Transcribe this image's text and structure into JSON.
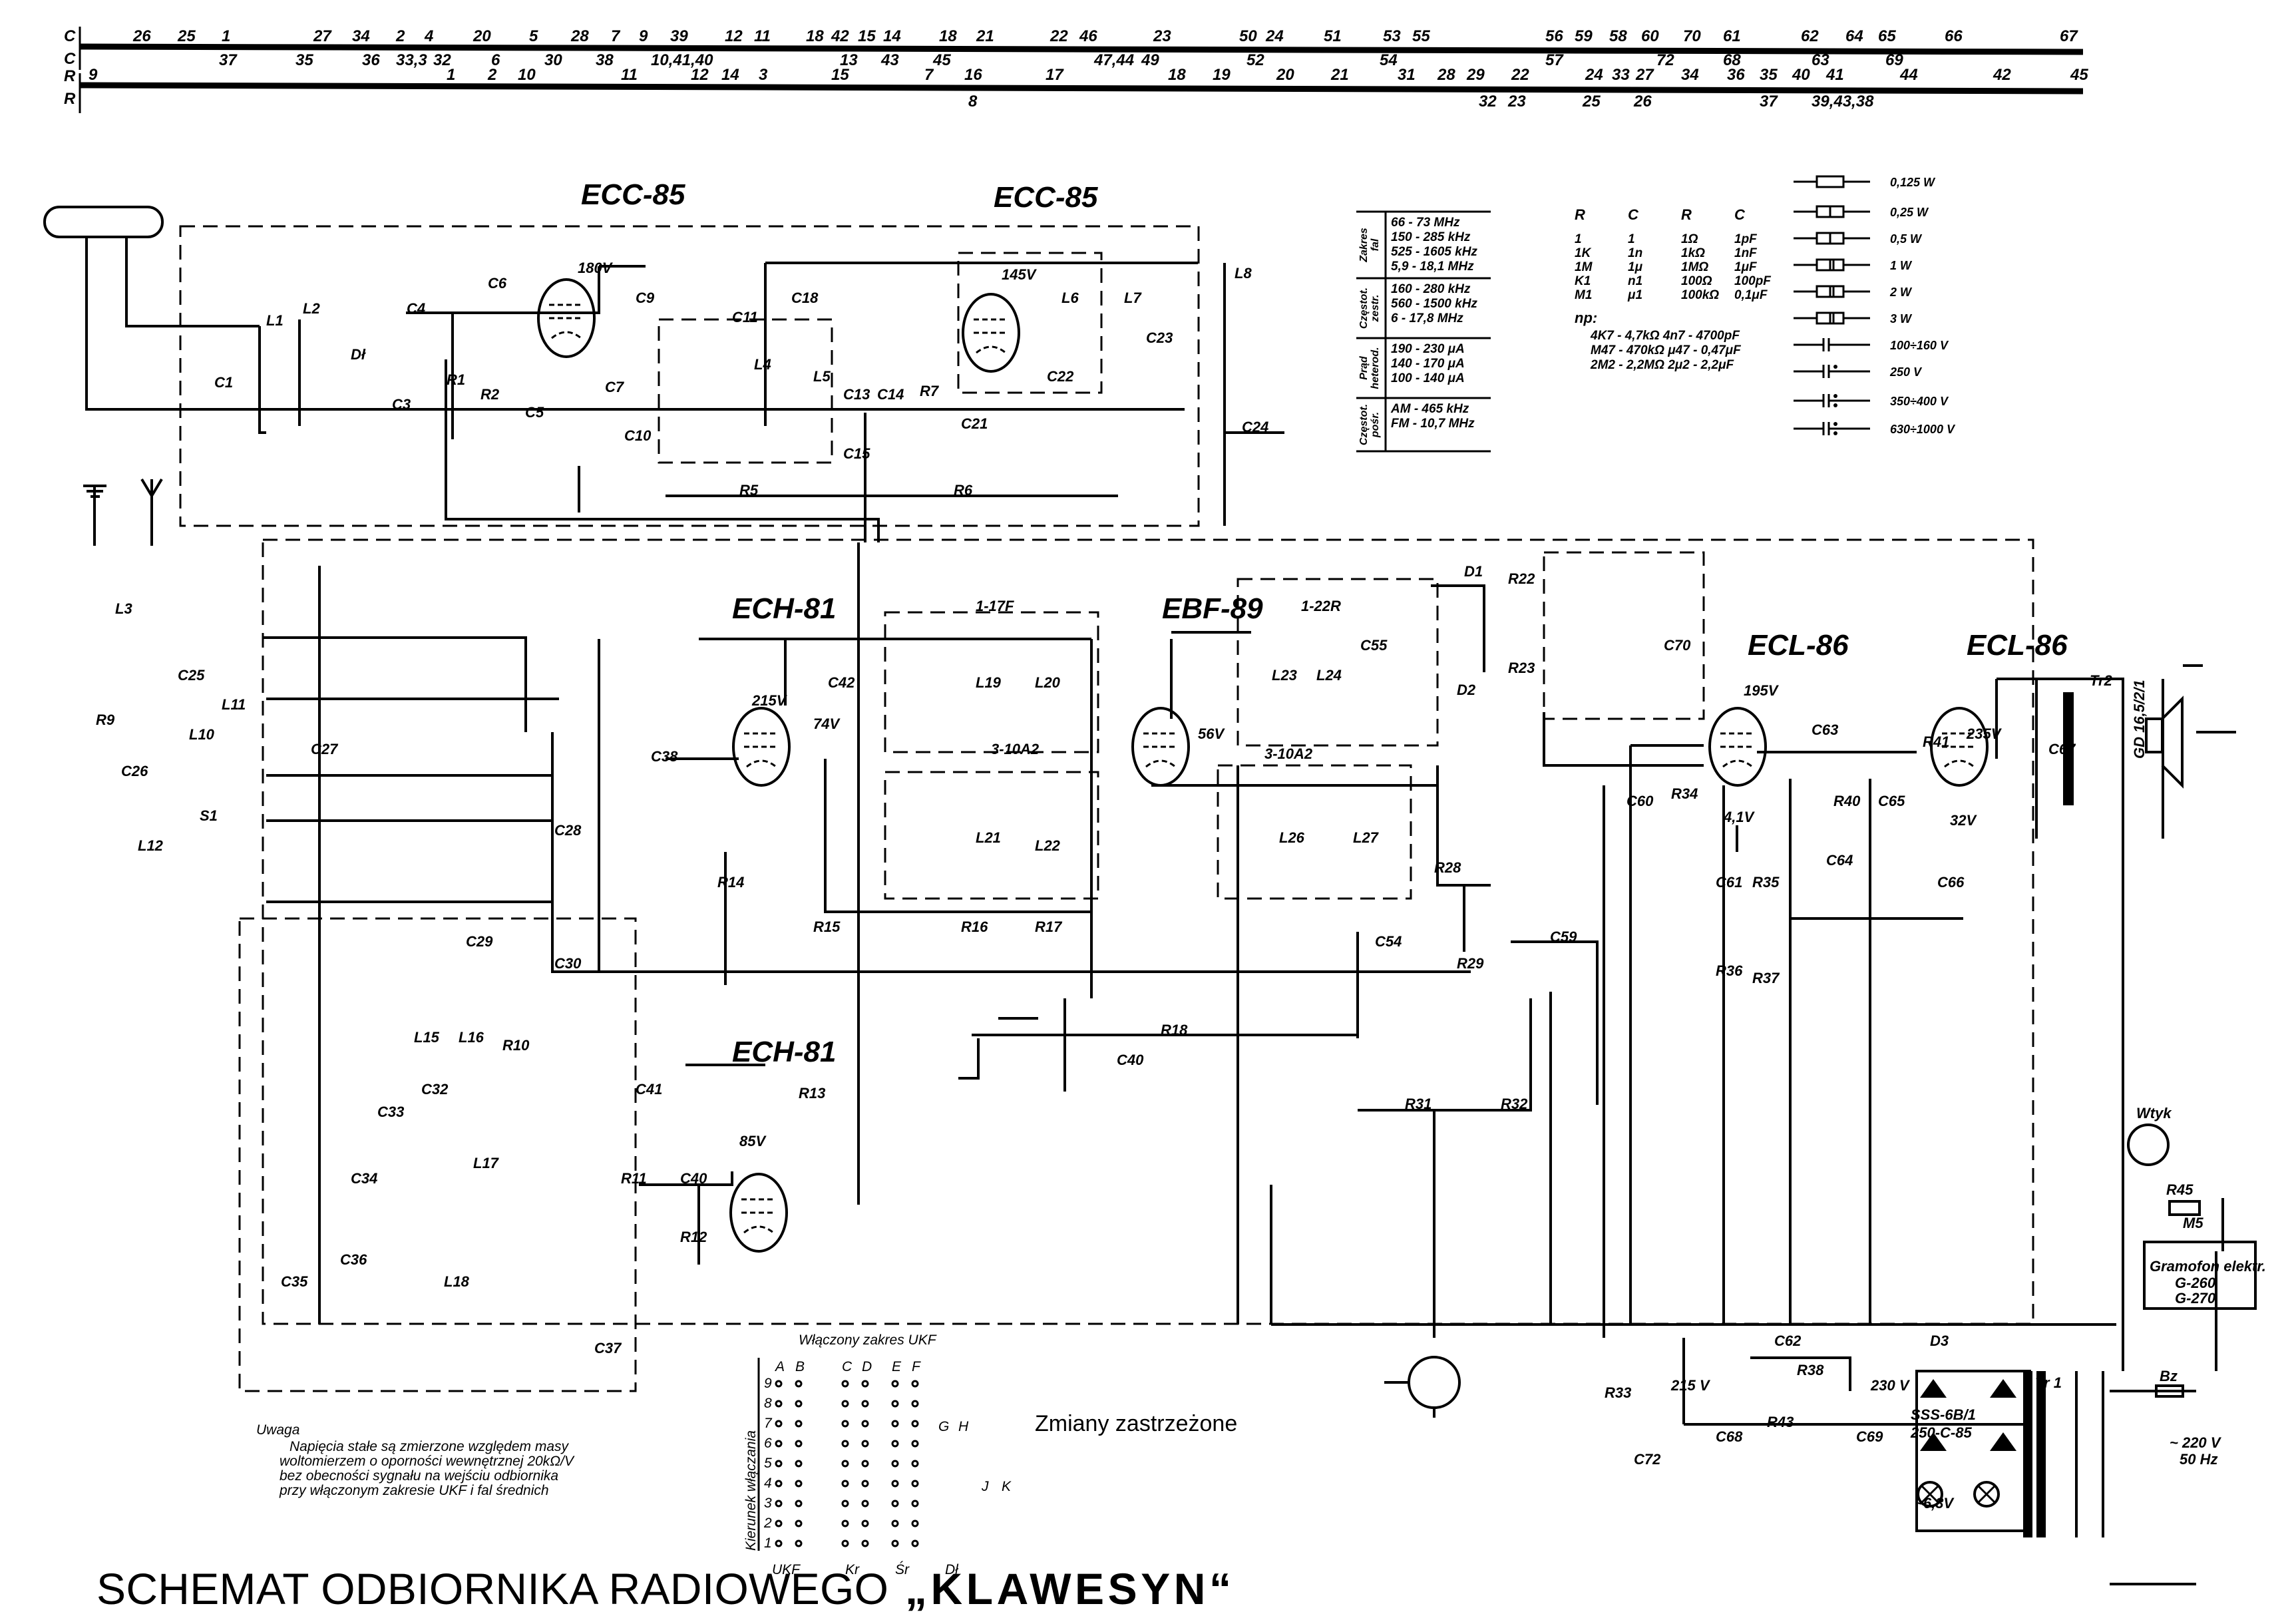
{
  "title": {
    "main": "SCHEMAT ODBIORNIKA RADIOWEGO",
    "name": "„KLAWESYN“"
  },
  "changes_note": "Zmiany zastrzeżone",
  "scale": {
    "c_label": "C",
    "r_label": "R",
    "c_upper": [
      "26",
      "25",
      "1",
      "27",
      "34",
      "2",
      "4",
      "20",
      "5",
      "28",
      "7",
      "9",
      "39",
      "12",
      "11",
      "18",
      "42",
      "15",
      "14",
      "18",
      "21",
      "22",
      "46",
      "23",
      "50",
      "24",
      "51",
      "53",
      "55",
      "56",
      "59",
      "58",
      "60",
      "70",
      "61",
      "62",
      "64",
      "65",
      "66",
      "67"
    ],
    "c_lower": [
      "37",
      "35",
      "36",
      "33,3",
      "32",
      "6",
      "30",
      "38",
      "10,41,40",
      "13",
      "43",
      "45",
      "47,44",
      "49",
      "52",
      "54",
      "57",
      "72",
      "68",
      "63",
      "69"
    ],
    "r_upper": [
      "9",
      "1",
      "2",
      "10",
      "11",
      "12",
      "14",
      "3",
      "15",
      "7",
      "16",
      "17",
      "18",
      "19",
      "20",
      "21",
      "31",
      "28",
      "29",
      "22",
      "24",
      "33",
      "27",
      "34",
      "36",
      "35",
      "40",
      "41",
      "44",
      "42",
      "45"
    ],
    "r_lower": [
      "8",
      "32",
      "23",
      "25",
      "26",
      "37",
      "39,43,38"
    ]
  },
  "tubes": [
    "ECC-85",
    "ECC-85",
    "ECH-81",
    "EBF-89",
    "ECL-86",
    "ECL-86",
    "ECH-81"
  ],
  "frequency_table": [
    {
      "heading": "Zakres fal",
      "rows": [
        "66 - 73 MHz",
        "150 - 285 kHz",
        "525 - 1605 kHz",
        "5,9 - 18,1 MHz"
      ]
    },
    {
      "heading": "Częstot. zestr.",
      "rows": [
        "160 - 280 kHz",
        "560 - 1500 kHz",
        "6 - 17,8 MHz"
      ]
    },
    {
      "heading": "Prąd heterod.",
      "rows": [
        "190 - 230 μA",
        "140 - 170 μA",
        "100 - 140 μA"
      ]
    },
    {
      "heading": "Częstot. pośr.",
      "rows": [
        "AM - 465 kHz",
        "FM - 10,7 MHz"
      ]
    }
  ],
  "code_table": {
    "headers": [
      "R",
      "C",
      "R",
      "C"
    ],
    "rows": [
      [
        "1",
        "1",
        "1Ω",
        "1pF"
      ],
      [
        "1K",
        "1n",
        "1kΩ",
        "1nF"
      ],
      [
        "1M",
        "1μ",
        "1MΩ",
        "1μF"
      ],
      [
        "K1",
        "n1",
        "100Ω",
        "100pF"
      ],
      [
        "M1",
        "μ1",
        "100kΩ",
        "0,1μF"
      ]
    ],
    "example_label": "np:",
    "examples": [
      "4K7 - 4,7kΩ  4n7 - 4700pF",
      "M47 - 470kΩ  μ47 - 0,47μF",
      "2M2 - 2,2MΩ  2μ2 - 2,2μF"
    ]
  },
  "legend": {
    "resistors": [
      "0,125 W",
      "0,25 W",
      "0,5 W",
      "1 W",
      "2 W",
      "3 W"
    ],
    "capacitors": [
      "100÷160 V",
      "250 V",
      "350÷400 V",
      "630÷1000 V"
    ]
  },
  "note": {
    "heading": "Uwaga",
    "lines": [
      "Napięcia stałe są zmierzone względem masy",
      "woltomierzem o oporności wewnętrznej 20kΩ/V",
      "bez obecności sygnału na wejściu odbiornika",
      "przy włączonym zakresie UKF i fal średnich"
    ]
  },
  "switch_diagram": {
    "title": "Włączony zakres UKF",
    "axis_label": "Kierunek włączania",
    "columns": [
      "A",
      "B",
      "C",
      "D",
      "E",
      "F",
      "G",
      "H",
      "J",
      "K"
    ],
    "positions": [
      "9",
      "8",
      "7",
      "6",
      "5",
      "4",
      "3",
      "2",
      "1"
    ],
    "bottom_labels": [
      "UKF",
      "Kr",
      "Śr",
      "Dł"
    ]
  },
  "gramophone": {
    "label": "Gramofon elektr.",
    "models": [
      "G-260",
      "G-270"
    ],
    "socket": "Wtyk",
    "pot": "R45",
    "pot_value": "M5"
  },
  "mains": {
    "voltage": "~ 220 V",
    "freq": "50 Hz",
    "fuse": "Bz",
    "transformer": "Tr 1"
  },
  "speaker": {
    "transformer": "Tr2",
    "model": "GD 16,5/2/1"
  },
  "components": [
    "L1",
    "L2",
    "Dł",
    "C4",
    "C1",
    "C3",
    "R1",
    "R2",
    "C5",
    "C6",
    "C7",
    "C9",
    "C10",
    "C11",
    "C18",
    "L4",
    "L5",
    "C13",
    "C14",
    "R7",
    "C21",
    "C22",
    "L6",
    "L7",
    "C23",
    "L8",
    "C24",
    "R5",
    "R6",
    "C15",
    "1-17F",
    "L19",
    "L20",
    "3-10A2",
    "L21",
    "L22",
    "R14",
    "R15",
    "R16",
    "R17",
    "C42",
    "C38",
    "74V",
    "1-22R",
    "D1",
    "D2",
    "R22",
    "R23",
    "C55",
    "L23",
    "L24",
    "3-10A2",
    "L26",
    "L27",
    "R28",
    "R29",
    "C54",
    "C59",
    "R31",
    "R32",
    "R18",
    "C40",
    "C70",
    "R34",
    "C60",
    "C61",
    "R35",
    "R36",
    "R37",
    "C63",
    "R40",
    "R41",
    "C65",
    "C64",
    "C66",
    "C67",
    "R38",
    "C62",
    "R43",
    "C68",
    "C69",
    "D3",
    "SSS-6B/1",
    "250-C-85",
    "R33",
    "C72",
    "215 V",
    "230 V",
    "~6,3V",
    "L3",
    "C25",
    "L11",
    "L10",
    "R9",
    "C26",
    "L12",
    "S1",
    "C27",
    "C28",
    "C29",
    "C30",
    "L15",
    "L16",
    "C32",
    "R10",
    "C41",
    "C33",
    "C34",
    "L17",
    "C35",
    "C36",
    "L18",
    "R11",
    "C40",
    "R12",
    "R13",
    "C37",
    "85V",
    "180V",
    "145V",
    "215V",
    "56V",
    "195V",
    "235V",
    "4,1V",
    "32V"
  ]
}
